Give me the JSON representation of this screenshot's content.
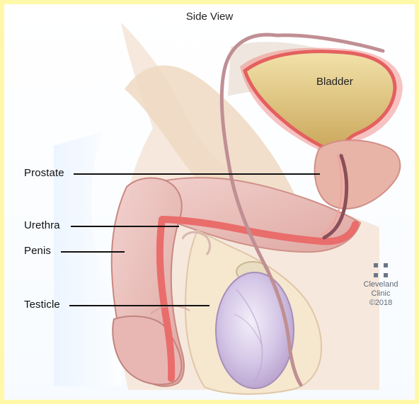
{
  "diagram": {
    "title": "Side View",
    "labels": {
      "bladder": "Bladder",
      "prostate": "Prostate",
      "urethra": "Urethra",
      "penis": "Penis",
      "testicle": "Testicle"
    },
    "logo": {
      "line1": "Cleveland",
      "line2": "Clinic",
      "line3": "©2018"
    }
  }
}
